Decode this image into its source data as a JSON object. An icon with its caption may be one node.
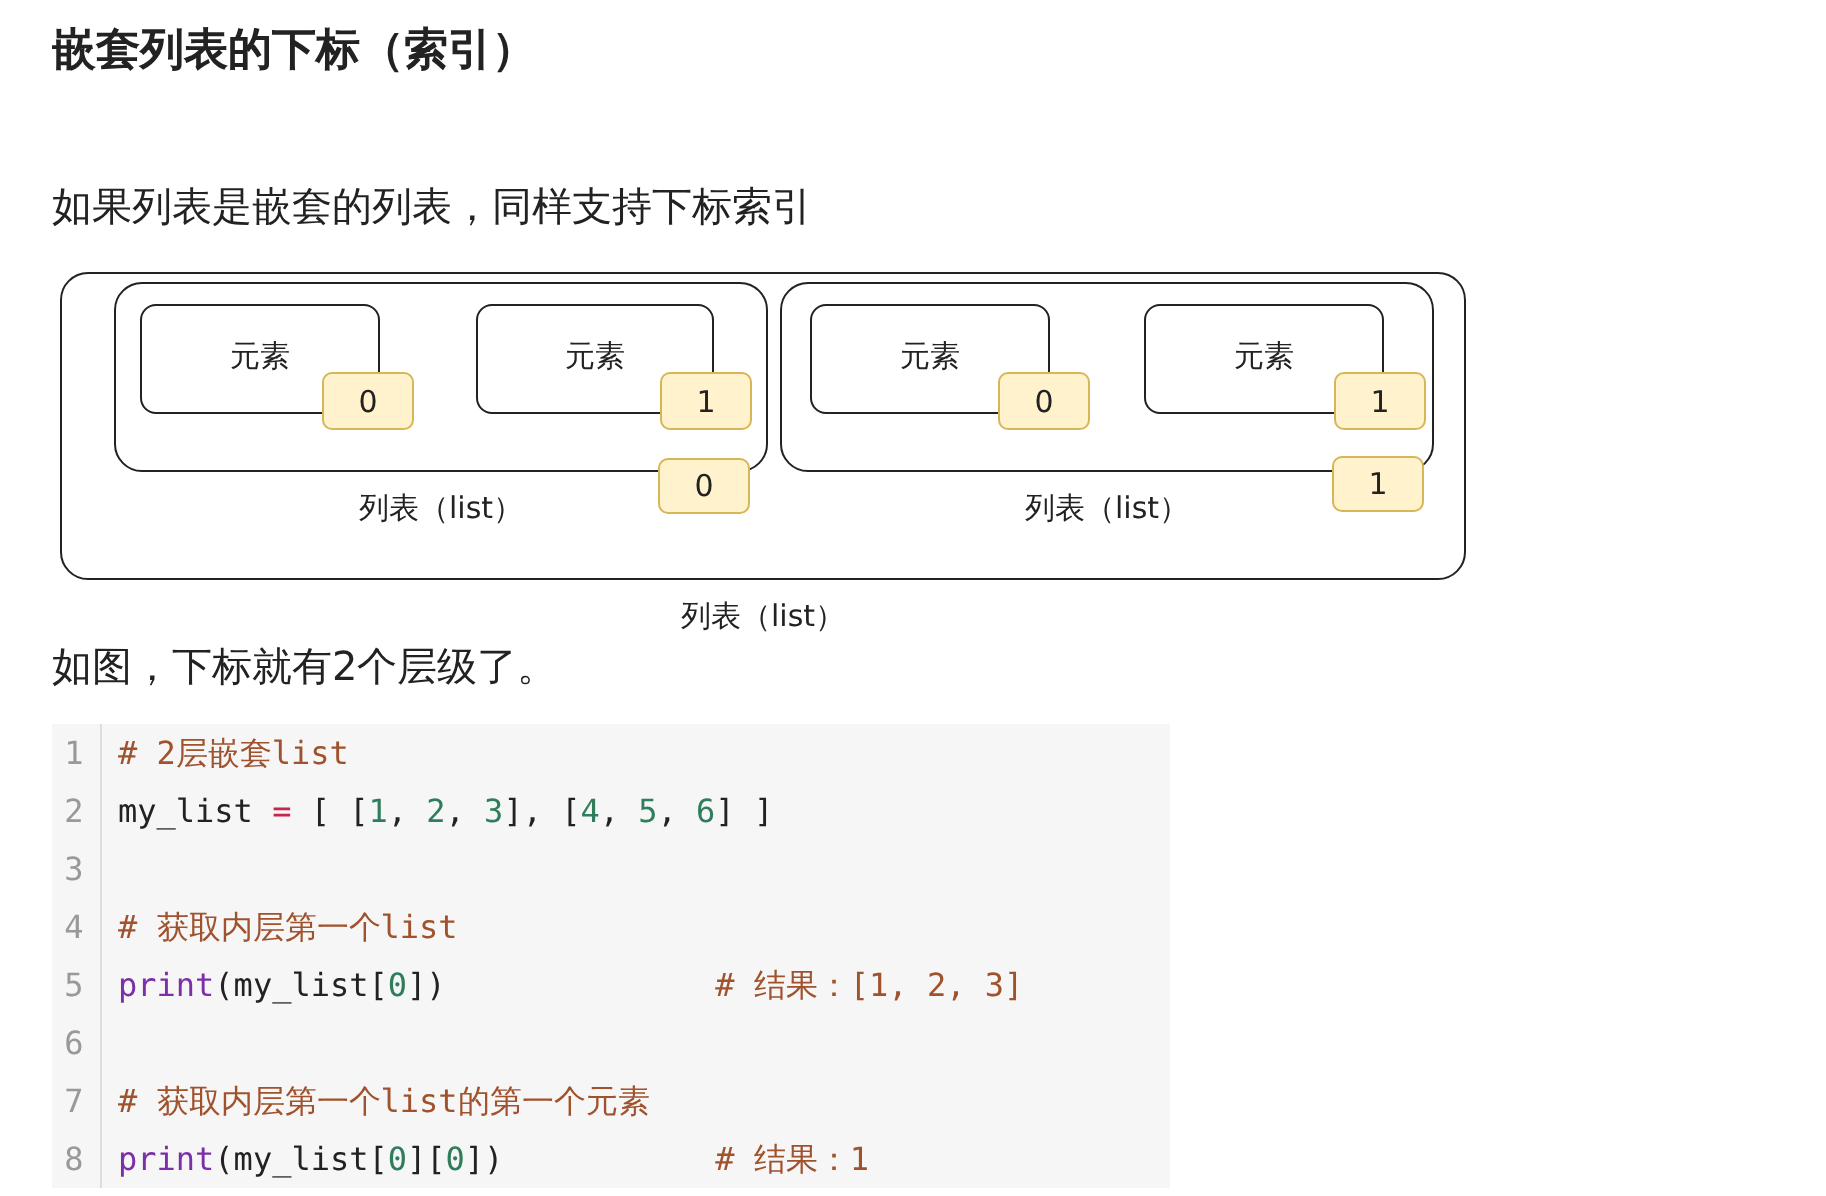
{
  "diagram": {
    "title": "嵌套列表的下标（索引）",
    "nodes": [
      {
        "text": [
          "列表（list）"
        ]
      },
      {
        "text": [
          "列表（list）"
        ],
        "in": 0
      },
      {
        "text": [
          "元素"
        ],
        "in": 1
      },
      {
        "text": [
          "0"
        ],
        "in": 1
      },
      {
        "text": [
          "元素"
        ],
        "in": 1
      },
      {
        "text": [
          "1"
        ],
        "in": 1
      },
      {
        "text": [
          "0"
        ],
        "in": 0
      },
      {
        "text": [
          "列表（list）"
        ],
        "in": 0
      },
      {
        "text": [
          "元素"
        ],
        "in": 7
      },
      {
        "text": [
          "0"
        ],
        "in": 7
      },
      {
        "text": [
          "元素"
        ],
        "in": 7
      },
      {
        "text": [
          "1"
        ],
        "in": 7
      },
      {
        "text": [
          "1"
        ],
        "in": 0
      }
    ],
    "labels": [
      "如果列表是嵌套的列表，同样支持下标索引",
      "如图，下标就有2个层级了。",
      "1",
      "# 2层嵌套list",
      "2",
      "my_list = [ [1, 2, 3], [4, 5, 6] ]",
      "3",
      "4",
      "# 获取内层第一个list",
      "5",
      "print(my_list[0])              # 结果：[1, 2, 3]",
      "6",
      "7",
      "# 获取内层第一个list的第一个元素",
      "8",
      "print(my_list[0][0])           # 结果：1"
    ]
  }
}
